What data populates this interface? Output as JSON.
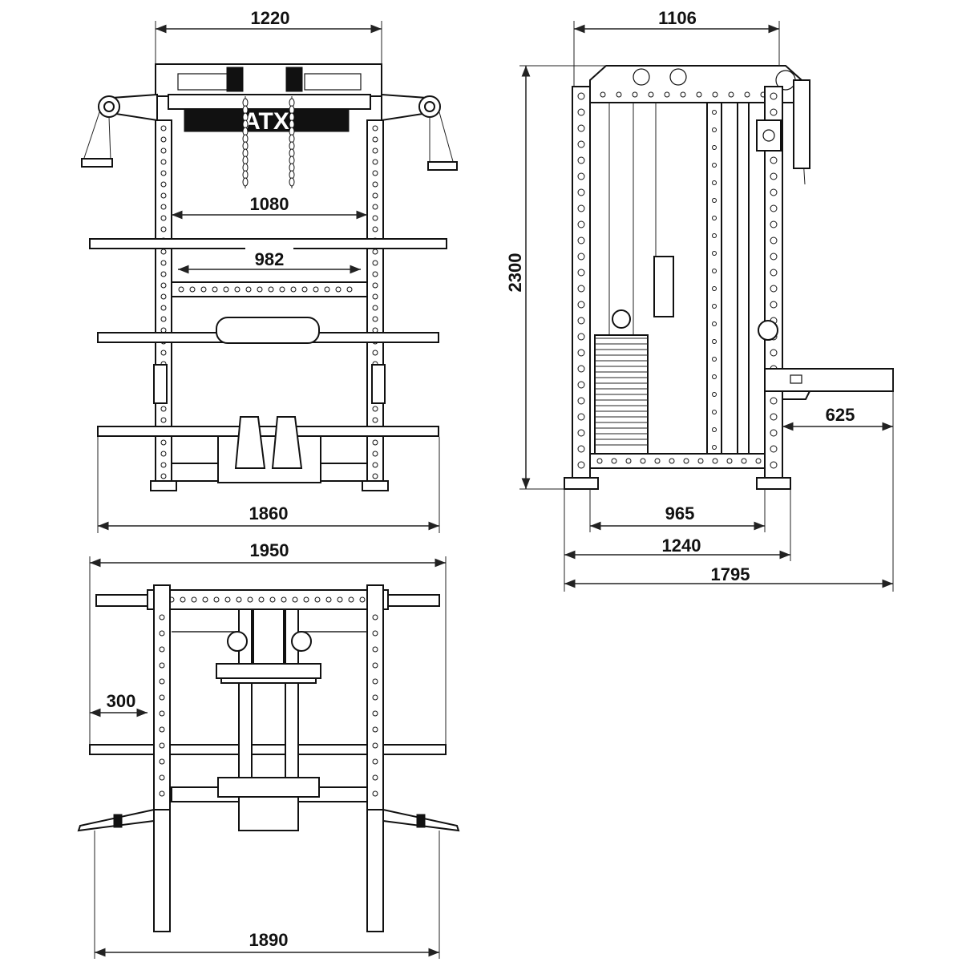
{
  "brand": "ATX",
  "dimensions": {
    "front_frame_width": "1220",
    "front_inner_width": "1080",
    "front_bar_width": "982",
    "front_overall_width": "1860",
    "side_top_depth": "1106",
    "height": "2300",
    "side_spotter_depth": "625",
    "side_base_inner": "965",
    "side_base_depth": "1240",
    "side_overall_depth": "1795",
    "top_overall_width": "1950",
    "top_storage_depth": "300",
    "top_base_width": "1890"
  },
  "colors": {
    "line": "#111111",
    "background": "#ffffff"
  }
}
